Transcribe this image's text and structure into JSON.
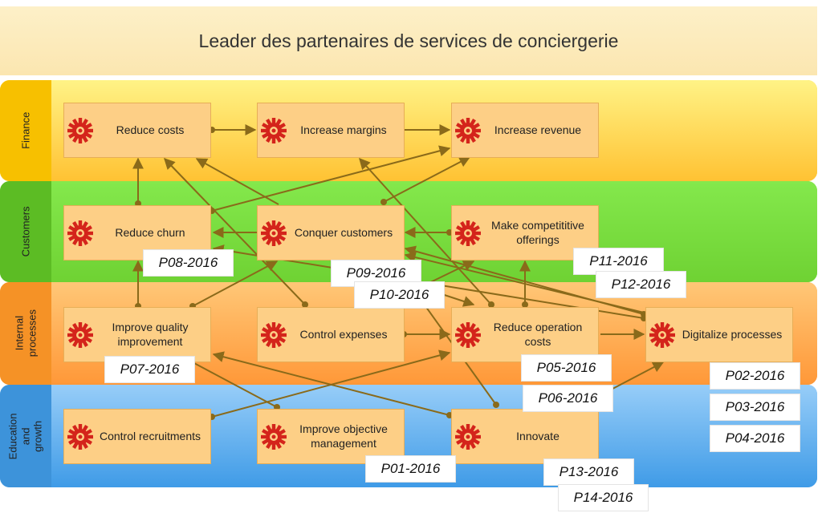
{
  "title": "Leader des partenaires de services de conciergerie",
  "lanes": {
    "finance": "Finance",
    "customers": "Customers",
    "internal": "Internal processes",
    "education": "Education and growth"
  },
  "nodes": {
    "reduce_costs": "Reduce costs",
    "increase_margins": "Increase margins",
    "increase_revenue": "Increase revenue",
    "reduce_churn": "Reduce churn",
    "conquer_customers": "Conquer customers",
    "make_offerings": "Make competititive offerings",
    "improve_quality": "Improve quality improvement",
    "control_expenses": "Control expenses",
    "reduce_operation": "Reduce operation costs",
    "digitalize": "Digitalize processes",
    "control_recruitment": "Control recruitments",
    "improve_objective": "Improve objective management",
    "innovate": "Innovate"
  },
  "tags": {
    "p01": "P01-2016",
    "p02": "P02-2016",
    "p03": "P03-2016",
    "p04": "P04-2016",
    "p05": "P05-2016",
    "p06": "P06-2016",
    "p07": "P07-2016",
    "p08": "P08-2016",
    "p09": "P09-2016",
    "p10": "P10-2016",
    "p11": "P11-2016",
    "p12": "P12-2016",
    "p13": "P13-2016",
    "p14": "P14-2016"
  },
  "colors": {
    "edge": "#8a6a1a",
    "gear": "#d4241b"
  }
}
